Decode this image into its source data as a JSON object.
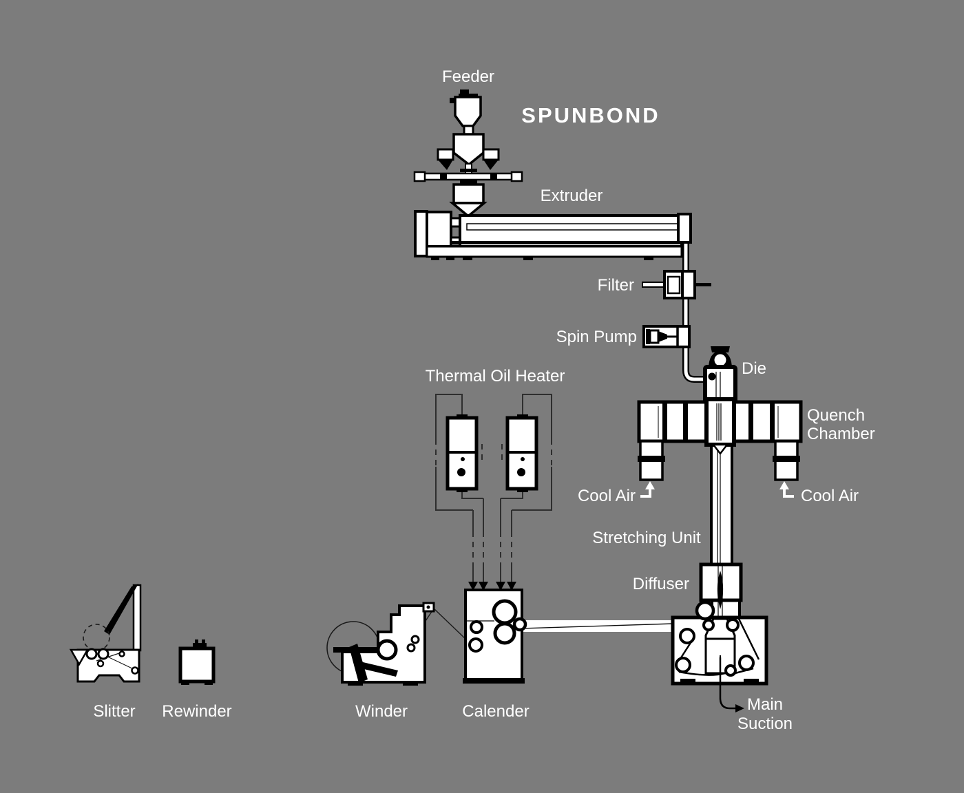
{
  "title": "SPUNBOND",
  "colors": {
    "background": "#7c7c7c",
    "machine_fill": "#ffffff",
    "outline": "#000000",
    "label_text": "#ffffff"
  },
  "labels": {
    "feeder": "Feeder",
    "spunbond": "SPUNBOND",
    "extruder": "Extruder",
    "filter": "Filter",
    "spin_pump": "Spin Pump",
    "die": "Die",
    "quench_line1": "Quench",
    "quench_line2": "Chamber",
    "cool_air_left": "Cool Air",
    "cool_air_right": "Cool Air",
    "thermal_oil_heater": "Thermal Oil Heater",
    "stretching_unit": "Stretching Unit",
    "diffuser": "Diffuser",
    "main_suction_line1": "Main",
    "main_suction_line2": "Suction",
    "slitter": "Slitter",
    "rewinder": "Rewinder",
    "winder": "Winder",
    "calender": "Calender"
  }
}
